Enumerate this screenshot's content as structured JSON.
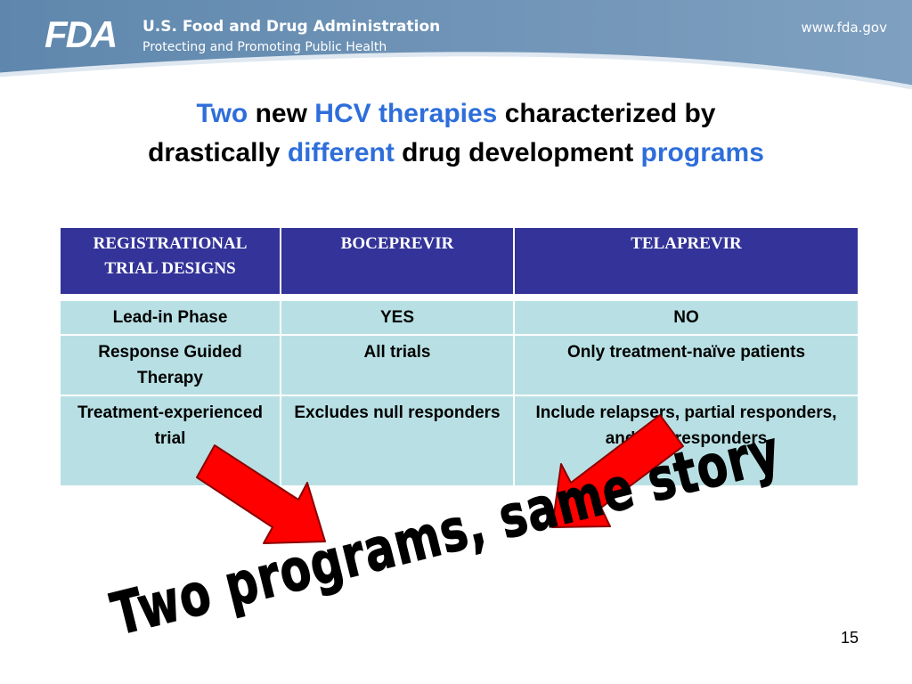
{
  "header": {
    "logo": "FDA",
    "agency_name": "U.S. Food and Drug Administration",
    "tagline": "Protecting and Promoting Public Health",
    "url": "www.fda.gov"
  },
  "title": {
    "w1": "Two",
    "w2": "new",
    "w3": "HCV therapies",
    "w4": "characterized by",
    "w5": "drastically",
    "w6": "different",
    "w7": "drug development",
    "w8": "programs"
  },
  "table": {
    "headers": [
      "REGISTRATIONAL TRIAL DESIGNS",
      "BOCEPREVIR",
      "TELAPREVIR"
    ],
    "rows": [
      [
        "Lead-in Phase",
        "YES",
        "NO"
      ],
      [
        "Response Guided Therapy",
        "All trials",
        "Only treatment-naïve patients"
      ],
      [
        "Treatment-experienced trial",
        "Excludes null responders",
        "Include relapsers, partial responders, and null responders"
      ]
    ]
  },
  "slogan": "Two programs, same story",
  "page_number": "15",
  "colors": {
    "banner": "#6f93b6",
    "title_highlight": "#2e6edb",
    "table_header": "#333399",
    "table_cell": "#b8e0e4",
    "arrow": "#ff0000"
  }
}
